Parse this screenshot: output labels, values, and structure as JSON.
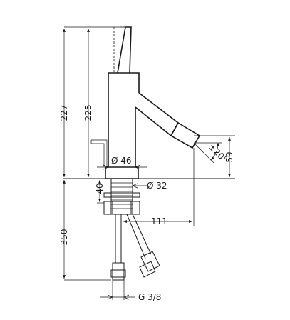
{
  "dimensions": {
    "total_height": "227",
    "spout_height": "225",
    "body_diameter": "Ø 46",
    "hole_diameter": "Ø 32",
    "max_deck_thickness": "40",
    "hose_length": "350",
    "spout_reach": "111",
    "spout_outlet_height": "59",
    "swivel_angle": "±20°",
    "connection_thread": "G 3/8"
  },
  "colors": {
    "line": "#1a1a1a",
    "background": "#ffffff"
  }
}
